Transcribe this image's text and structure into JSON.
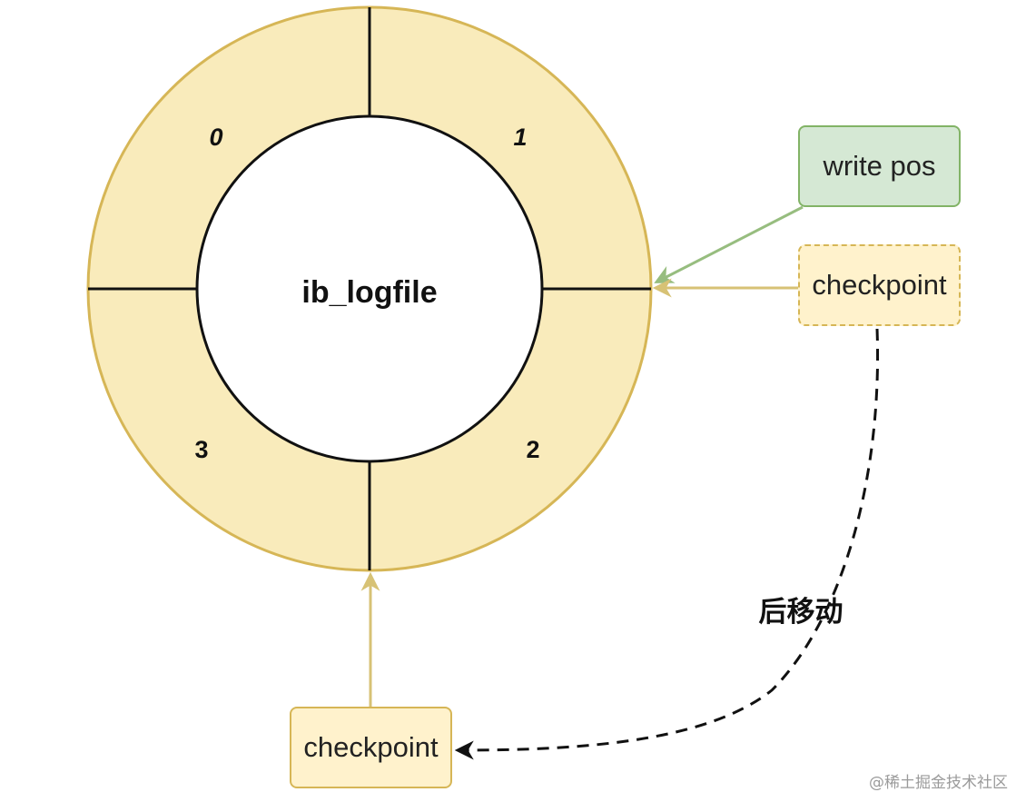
{
  "center_label": "ib_logfile",
  "segments": [
    "0",
    "1",
    "2",
    "3"
  ],
  "boxes": {
    "write_pos": "write pos",
    "checkpoint_current": "checkpoint",
    "checkpoint_after": "checkpoint"
  },
  "move_label": "后移动",
  "watermark": "@稀土掘金技术社区",
  "colors": {
    "ring_fill": "#f9ebbb",
    "ring_stroke": "#d6b656",
    "write_pos_fill": "#d5e8d4",
    "write_pos_stroke": "#82b366",
    "checkpoint_fill": "#fff2cc",
    "checkpoint_stroke": "#d6b656",
    "write_arrow": "#97bd7f",
    "checkpoint_arrow": "#d7c275",
    "move_arrow": "#111111"
  }
}
